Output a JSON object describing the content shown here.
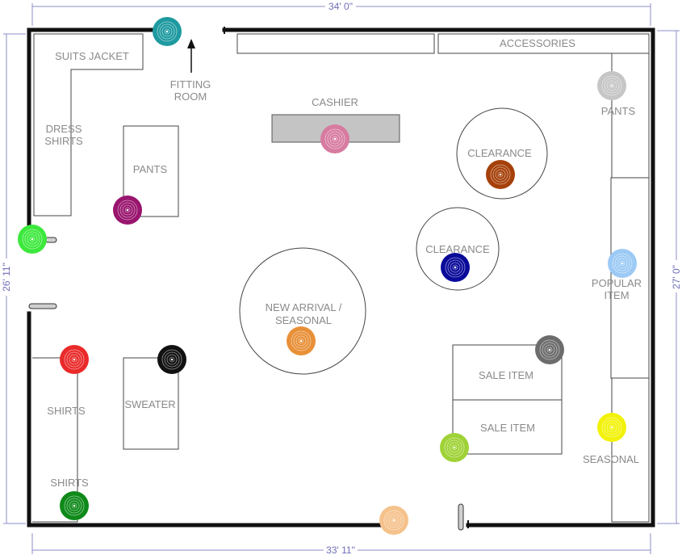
{
  "dimensions": {
    "top": "34' 0\"",
    "bottom": "33' 11\"",
    "left": "26' 11\"",
    "right": "27' 0\""
  },
  "labels": {
    "suits_jacket": "SUITS JACKET",
    "dress_shirts_1": "DRESS",
    "dress_shirts_2": "SHIRTS",
    "fitting_room_1": "FITTING",
    "fitting_room_2": "ROOM",
    "pants_left": "PANTS",
    "cashier": "CASHIER",
    "accessories": "ACCESSORIES",
    "pants_right": "PANTS",
    "clearance_top": "CLEARANCE",
    "clearance_mid": "CLEARANCE",
    "popular_item_1": "POPULAR",
    "popular_item_2": "ITEM",
    "new_arrival_1": "NEW ARRIVAL /",
    "new_arrival_2": "SEASONAL",
    "shirts_upper": "SHIRTS",
    "sweater": "SWEATER",
    "shirts_lower": "SHIRTS",
    "sale_item_1": "SALE ITEM",
    "sale_item_2": "SALE ITEM",
    "seasonal": "SEASONAL"
  },
  "colors": {
    "wall": "#111111",
    "dimension_line": "#8c8cc8",
    "fixture_label": "#8a8a8a",
    "cashier_counter": "#c4c4c4"
  },
  "markers": [
    {
      "name": "marker-teal",
      "color": "#1e9aa0"
    },
    {
      "name": "marker-magenta",
      "color": "#99156e"
    },
    {
      "name": "marker-green",
      "color": "#3de83d"
    },
    {
      "name": "marker-pink",
      "color": "#d77ba1"
    },
    {
      "name": "marker-silver",
      "color": "#c6c6c6"
    },
    {
      "name": "marker-brown",
      "color": "#a6400a"
    },
    {
      "name": "marker-navy",
      "color": "#0a0a9a"
    },
    {
      "name": "marker-light-blue",
      "color": "#9ccaf5"
    },
    {
      "name": "marker-orange",
      "color": "#e89038"
    },
    {
      "name": "marker-red",
      "color": "#ea2a2a"
    },
    {
      "name": "marker-black",
      "color": "#111111"
    },
    {
      "name": "marker-dark-gray",
      "color": "#6c6c6c"
    },
    {
      "name": "marker-yellow",
      "color": "#f2f20a"
    },
    {
      "name": "marker-lime",
      "color": "#9fd236"
    },
    {
      "name": "marker-dark-green",
      "color": "#0f8a1a"
    },
    {
      "name": "marker-peach",
      "color": "#f5c28c"
    }
  ]
}
